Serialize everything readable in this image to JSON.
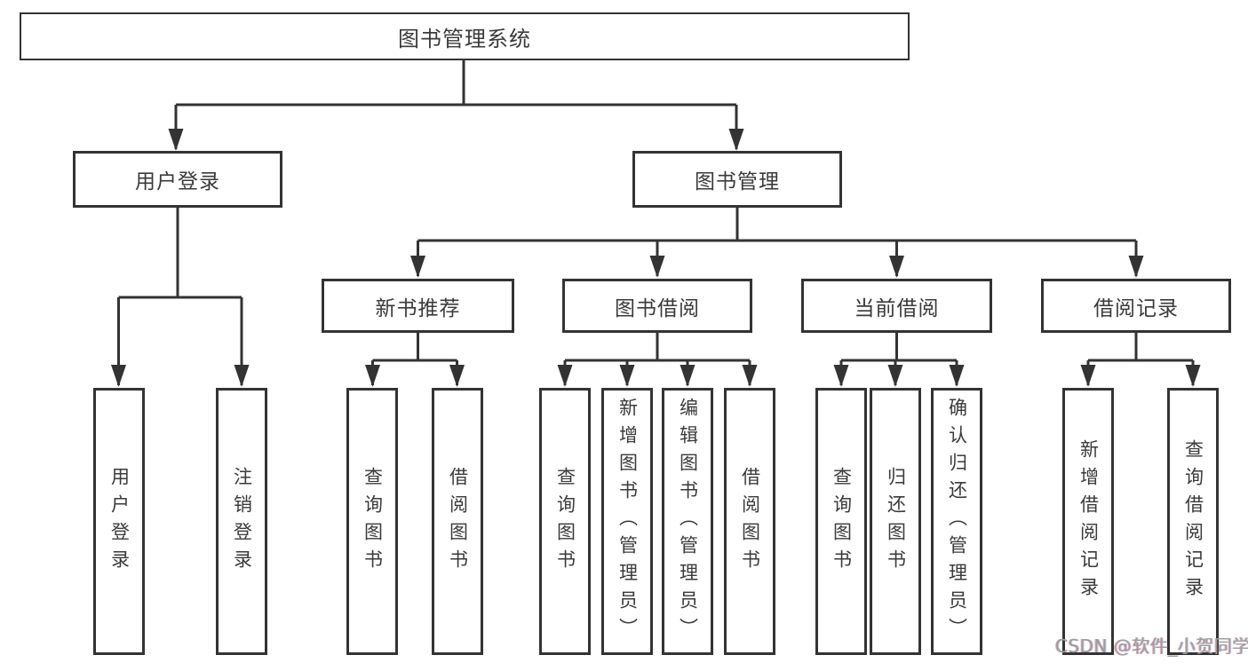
{
  "tree": {
    "label": "图书管理系统",
    "children": [
      {
        "label": "用户登录",
        "children": [
          {
            "label": "用户登录"
          },
          {
            "label": "注销登录"
          }
        ]
      },
      {
        "label": "图书管理",
        "children": [
          {
            "label": "新书推荐",
            "children": [
              {
                "label": "查询图书"
              },
              {
                "label": "借阅图书"
              }
            ]
          },
          {
            "label": "图书借阅",
            "children": [
              {
                "label": "查询图书"
              },
              {
                "label": "新增图书（管理员）"
              },
              {
                "label": "编辑图书（管理员）"
              },
              {
                "label": "借阅图书"
              }
            ]
          },
          {
            "label": "当前借阅",
            "children": [
              {
                "label": "查询图书"
              },
              {
                "label": "归还图书"
              },
              {
                "label": "确认归还（管理员）"
              }
            ]
          },
          {
            "label": "借阅记录",
            "children": [
              {
                "label": "新增借阅记录"
              },
              {
                "label": "查询借阅记录"
              }
            ]
          }
        ]
      }
    ]
  },
  "watermark": {
    "text": "CSDN @软件_小贺同学"
  },
  "colors": {
    "line": "#333333",
    "text": "#3a3a3a",
    "watermark": "#9d9d9d",
    "background": "#ffffff"
  }
}
